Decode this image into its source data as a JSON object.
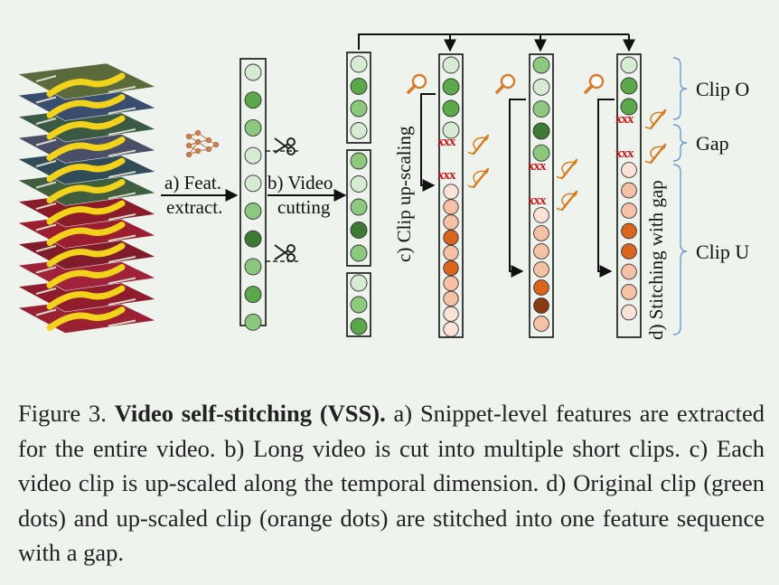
{
  "figure": {
    "step_a_line1": "a) Feat.",
    "step_a_line2": "extract.",
    "step_b_line1": "b) Video",
    "step_b_line2": "cutting",
    "step_c": "c) Clip up-scaling",
    "step_d": "d) Stitching with gap",
    "label_clip_o": "Clip O",
    "label_gap": "Gap",
    "label_clip_u": "Clip U",
    "gap_mark": "xxx",
    "icons": [
      "video-frames-stack",
      "neural-network-icon",
      "scissors-icon",
      "magnifier-icon",
      "needle-thread-icon"
    ],
    "colors": {
      "green_light": "#d6ecd2",
      "green_mid": "#8cc97f",
      "green": "#5aa84a",
      "green_dark": "#3d7a34",
      "orange_pale": "#fde3d6",
      "orange_light": "#f6c1a5",
      "orange_mid": "#ea9a6f",
      "orange": "#d9651f",
      "orange_dark": "#8a3a12",
      "gap_red": "#d01818",
      "needle": "#d77a1b"
    },
    "feature_column": [
      "green_light",
      "green",
      "green_mid",
      "green_light",
      "green_light",
      "green_mid",
      "green_dark",
      "green_mid",
      "green",
      "green_mid"
    ],
    "cut_column_1": [
      "green_light",
      "green",
      "green_mid",
      "green_light"
    ],
    "cut_column_2": [
      "green_mid",
      "green_light",
      "green_mid",
      "green_dark",
      "green_mid"
    ],
    "cut_column_3": [
      "green_light",
      "green_mid",
      "green"
    ],
    "stitched_1": {
      "top": [
        "green_light",
        "green",
        "green",
        "green_light"
      ],
      "bottom": [
        "orange_pale",
        "orange_light",
        "orange_light",
        "orange",
        "orange_light",
        "orange",
        "orange_light",
        "orange_light",
        "orange_pale",
        "orange_pale"
      ]
    },
    "stitched_2": {
      "top": [
        "green_mid",
        "green_light",
        "green_mid",
        "green_dark",
        "green_mid"
      ],
      "bottom": [
        "orange_pale",
        "orange_light",
        "orange_light",
        "orange_light",
        "orange",
        "orange_dark",
        "orange_light"
      ]
    },
    "stitched_3": {
      "top": [
        "green_light",
        "green",
        "green"
      ],
      "bottom": [
        "orange_pale",
        "orange_light",
        "orange_light",
        "orange",
        "orange",
        "orange_light",
        "orange_light",
        "orange_pale"
      ]
    }
  },
  "caption": {
    "prefix": "Figure 3. ",
    "title": "Video self-stitching (VSS).",
    "body": " a) Snippet-level features are extracted for the entire video. b) Long video is cut into multiple short clips. c) Each video clip is up-scaled along the temporal dimension. d) Original clip (green dots) and up-scaled clip (orange dots) are stitched into one feature sequence with a gap."
  }
}
